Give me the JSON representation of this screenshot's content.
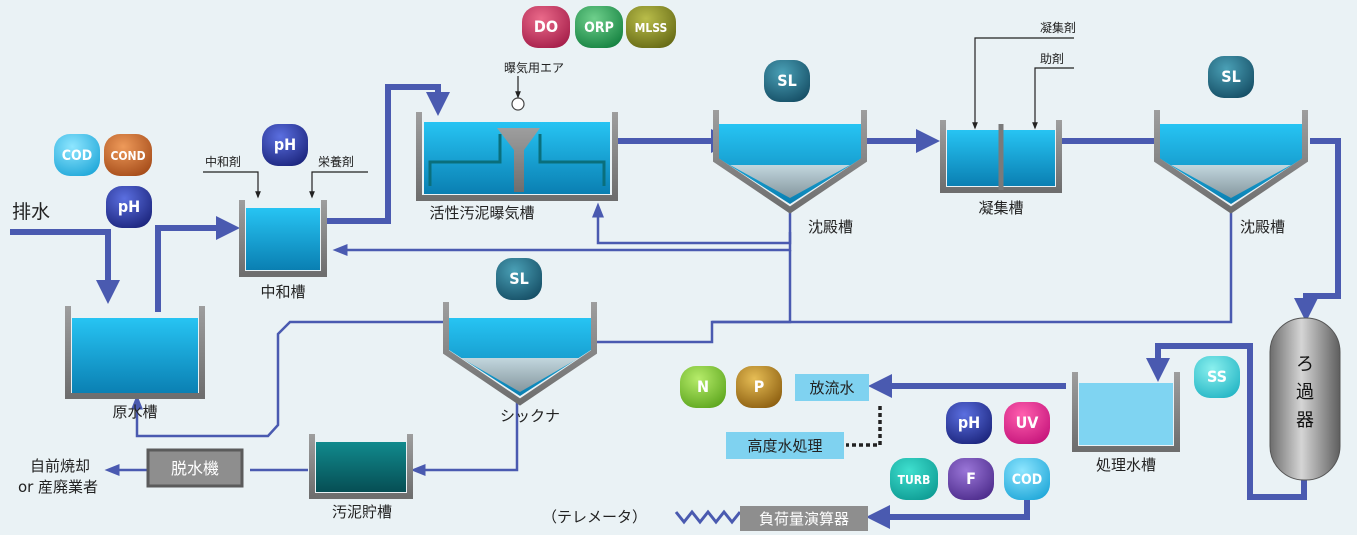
{
  "labels": {
    "inflow": "排水",
    "raw_tank": "原水槽",
    "neutral_tank": "中和槽",
    "neutralizer": "中和剤",
    "nutrient": "栄養剤",
    "aeration_tank": "活性汚泥曝気槽",
    "aeration_air": "曝気用エア",
    "settling1": "沈殿槽",
    "coag_tank": "凝集槽",
    "coagulant": "凝集剤",
    "aid": "助剤",
    "settling2": "沈殿槽",
    "filter": "ろ過器",
    "thickener": "シックナ",
    "sludge_tank": "汚泥貯槽",
    "dewater": "脱水機",
    "disposal_line1": "自前焼却",
    "disposal_line2": "or 産廃業者",
    "treated_tank": "処理水槽",
    "discharge": "放流水",
    "advanced": "高度水処理",
    "telemeter": "（テレメータ）",
    "load_calc": "負荷量演算器"
  },
  "badges": {
    "cod1": "COD",
    "cond": "COND",
    "ph1": "pH",
    "ph2": "pH",
    "do": "DO",
    "orp": "ORP",
    "mlss": "MLSS",
    "sl1": "SL",
    "sl2": "SL",
    "sl3": "SL",
    "ss": "SS",
    "ph3": "pH",
    "uv": "UV",
    "turb": "TURB",
    "f": "F",
    "cod2": "COD",
    "n": "N",
    "p": "P"
  },
  "colors": {
    "pipe": "#4a5ab0",
    "water": "#1aa6d8",
    "wall": "#808080",
    "sludge": "#0a6d72",
    "highlight_box": "#7fd2f0"
  }
}
